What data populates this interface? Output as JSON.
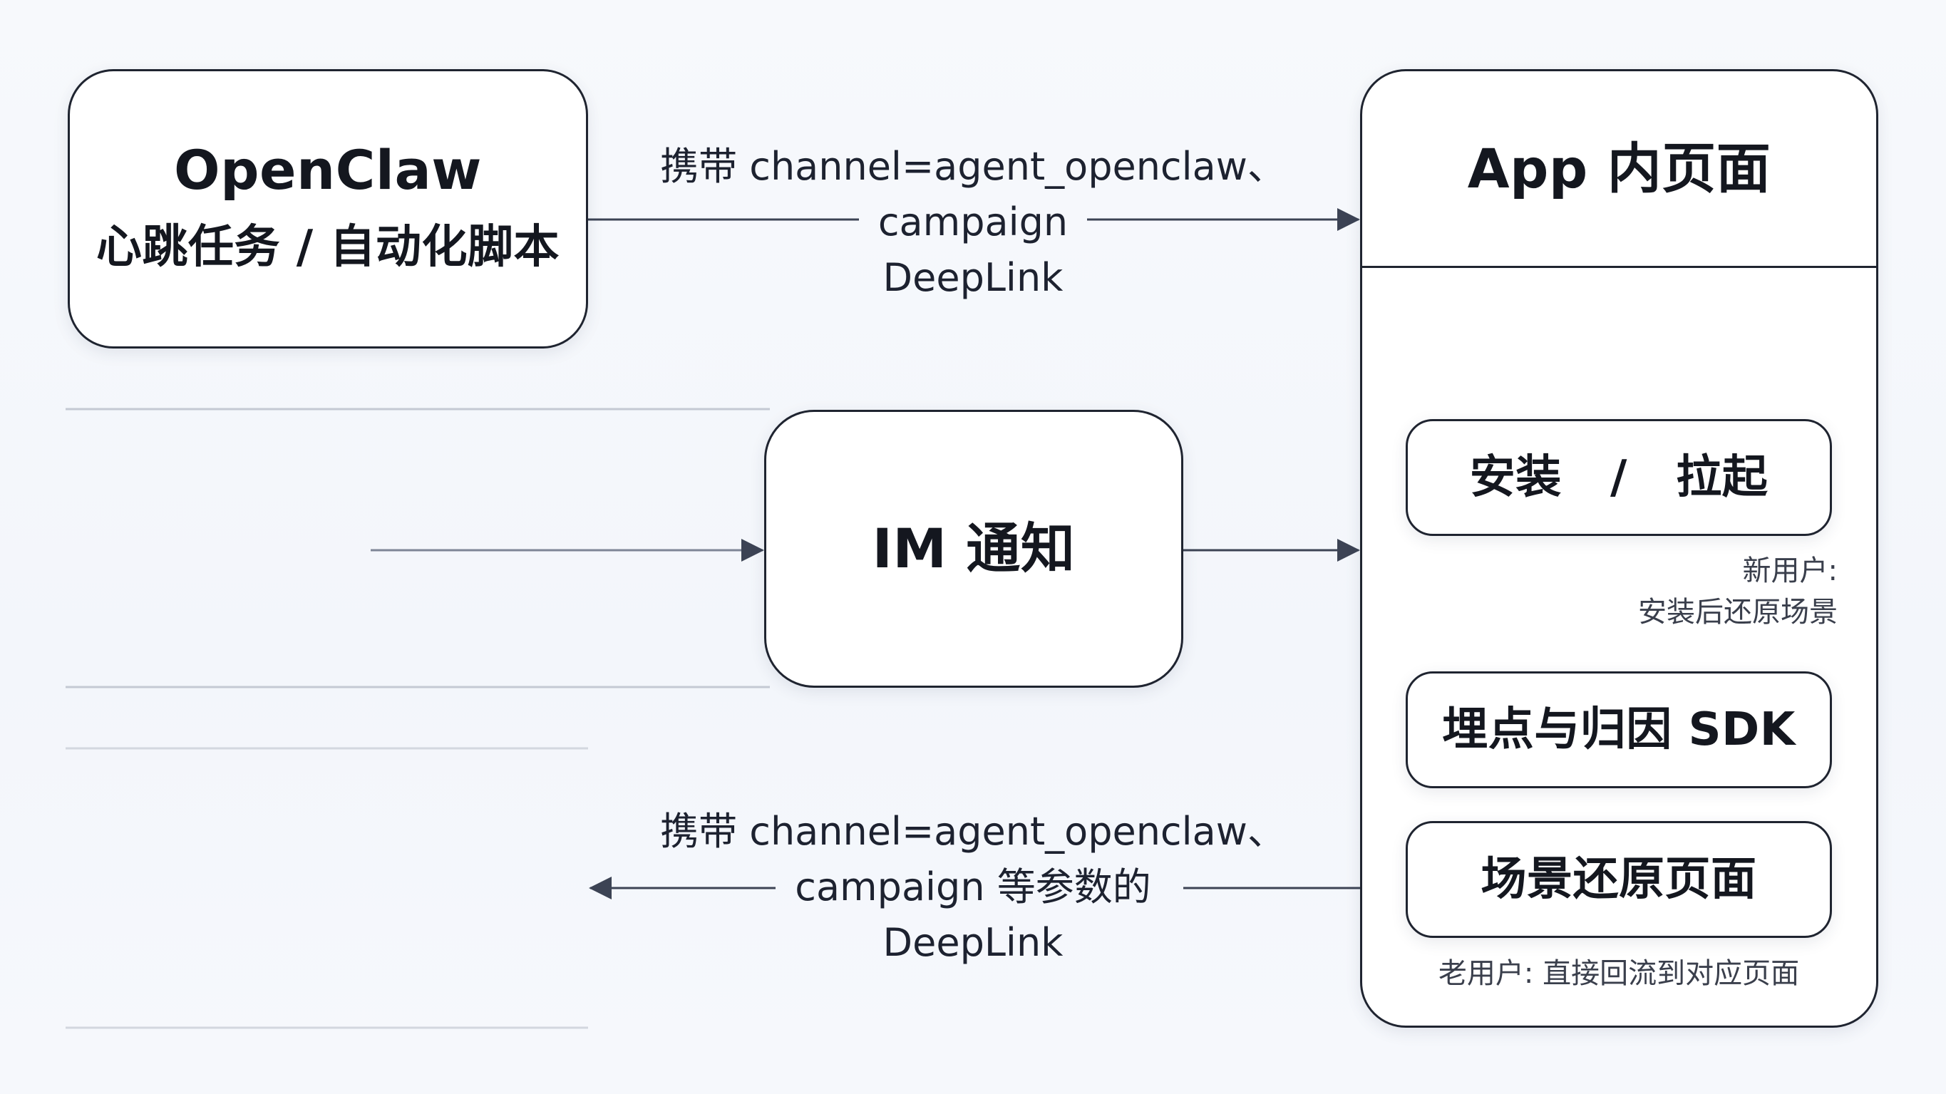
{
  "nodes": {
    "openclaw": {
      "title": "OpenClaw",
      "subtitle": "心跳任务 / 自动化脚本"
    },
    "im": {
      "title": "IM 通知"
    },
    "app": {
      "title": "App 内页面"
    },
    "install": {
      "title": "安装   /   拉起"
    },
    "sdk": {
      "title": "埋点与归因 SDK"
    },
    "restore": {
      "title": "场景还原页面"
    }
  },
  "edges": {
    "top_label": {
      "line1": "携带 channel=agent_openclaw、",
      "line2": "campaign",
      "line3": "DeepLink"
    },
    "bottom_label": {
      "line1": "携带 channel=agent_openclaw、",
      "line2": "campaign 等参数的",
      "line3": "DeepLink"
    },
    "new_user_note": {
      "line1": "新用户:",
      "line2": "安装后还原场景"
    },
    "old_user_note": "老用户: 直接回流到对应页面"
  },
  "colors": {
    "stroke": "#1f2430",
    "edge": "#3c4354",
    "faint": "#c9ced8"
  }
}
